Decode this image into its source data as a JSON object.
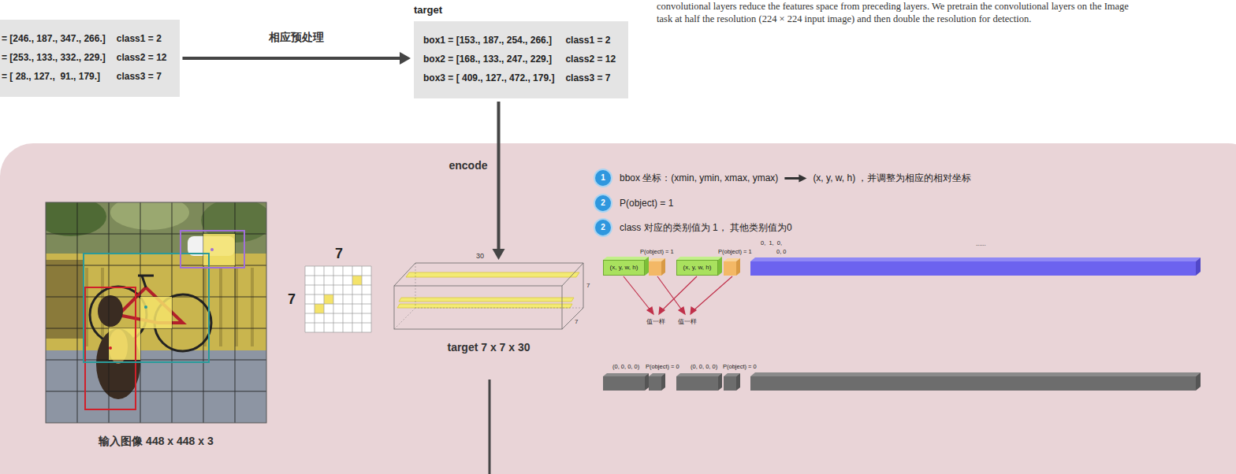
{
  "diagram": {
    "nodes": [
      {
        "text": [
          "= [246., 187., 347., 266.]",
          "class1 = 2",
          "= [253., 133., 332., 229.]",
          "class2 = 12",
          "= [ 28., 127.,  91., 179.]",
          "class3 = 7"
        ]
      },
      {
        "text": [
          "target",
          "box1 = [153., 187., 254., 266.]",
          "class1 = 2",
          "box2 = [168., 133., 247., 229.]",
          "class2 = 12",
          "box3 = [ 409., 127., 472., 179.]",
          "class3 = 7"
        ]
      },
      {
        "text": [
          "输入图像 448 x 448 x 3"
        ]
      },
      {
        "text": [
          "target 7 x 7 x 30"
        ]
      },
      {
        "text": [
          "1"
        ]
      },
      {
        "text": [
          "2"
        ]
      },
      {
        "text": [
          "2"
        ]
      },
      {
        "text": [
          "(x, y, w, h)"
        ]
      },
      {
        "text": [
          "(x, y, w, h)"
        ]
      }
    ],
    "edges": [
      {
        "from": 0,
        "to": 1,
        "arrow": "to",
        "label": "相应预处理"
      },
      {
        "from": 1,
        "to": 3,
        "arrow": "to",
        "label": "encode"
      }
    ],
    "labels": [
      "convolutional layers reduce the features space from preceding layers. We pretrain the convolutional layers on the Image",
      "task at half the resolution (224 × 224 input image) and then double the resolution for detection.",
      "7",
      "7",
      "30",
      "7",
      "7",
      "bbox 坐标：(xmin, ymin, xmax, ymax)",
      "(x, y, w, h) ，并调整为相应的相对坐标",
      "P(object) = 1",
      "class 对应的类别值为 1， 其他类别值为0",
      "P(object) = 1",
      "P(object) = 1",
      "0,  1,  0,",
      "0, 0",
      "......",
      "值一样",
      "值一样",
      "(0, 0, 0, 0)",
      "P(object) = 0",
      "(0, 0, 0, 0)",
      "P(object) = 0"
    ]
  }
}
